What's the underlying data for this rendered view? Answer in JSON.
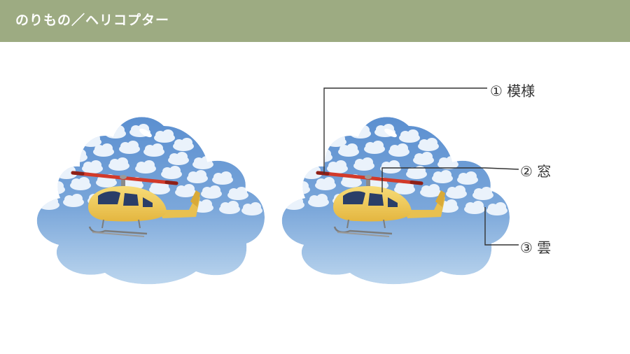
{
  "header": {
    "title": "のりもの／ヘリコプター"
  },
  "callouts": [
    {
      "number": "①",
      "label": "模様"
    },
    {
      "number": "②",
      "label": "窓"
    },
    {
      "number": "③",
      "label": "雲"
    }
  ],
  "colors": {
    "header_bg": "#9dab82",
    "sky_top": "#5b8fd0",
    "sky_bottom": "#bcd6ee",
    "cloud_puff": "#e9f1fb",
    "helicopter_body": "#f0cd5a",
    "rotor_blade": "#d23a2a",
    "window": "#2a3e68"
  },
  "icons": [
    "helicopter-icon",
    "cloud-tag-shape"
  ]
}
